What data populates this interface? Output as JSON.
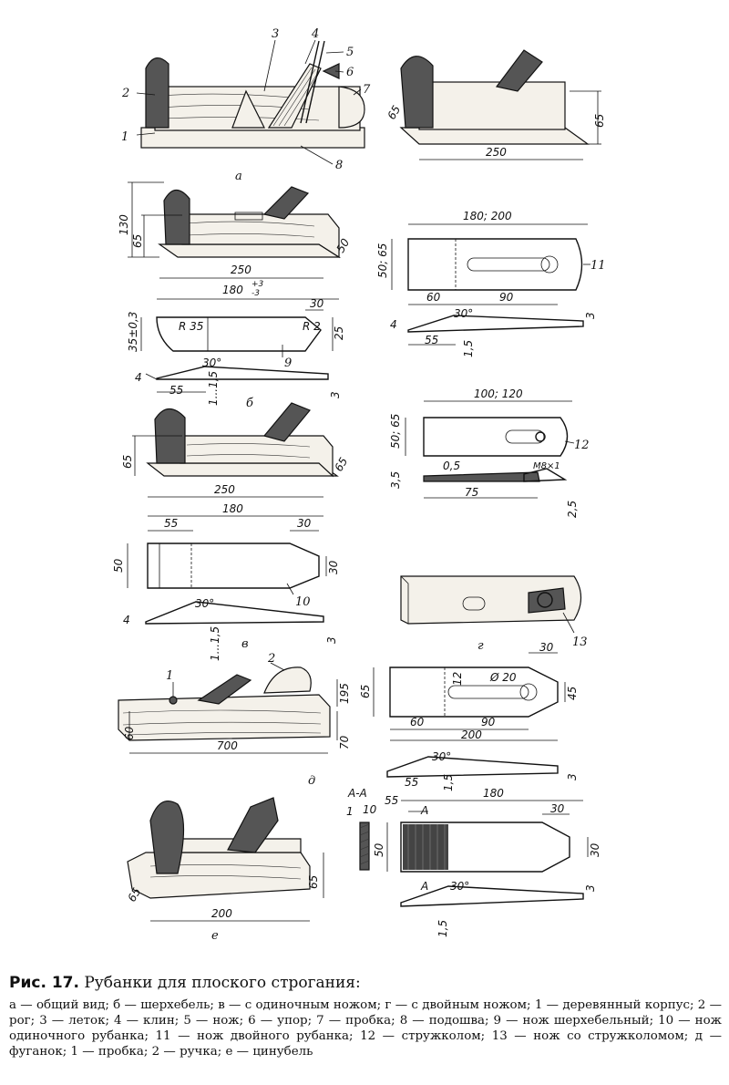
{
  "figure": {
    "labels": {
      "a": "а",
      "b": "б",
      "v": "в",
      "g": "г",
      "d": "д",
      "e": "е"
    },
    "parts": {
      "p1": "1",
      "p2": "2",
      "p3": "3",
      "p4": "4",
      "p5": "5",
      "p6": "6",
      "p7": "7",
      "p8": "8",
      "p9": "9",
      "p10": "10",
      "p11": "11",
      "p12": "12",
      "p13": "13"
    },
    "dims": {
      "a_len": "250",
      "a_h": "65",
      "a_w": "65",
      "b_total": "130",
      "b_h": "65",
      "b_len": "250",
      "b_w": "50",
      "k9_len": "180",
      "k9_tol": "+3",
      "k9_tol2": "-3",
      "k9_w": "35±0,3",
      "k9_r35": "R 35",
      "k9_r2": "R 2",
      "k9_30": "30",
      "k9_25": "25",
      "k9_angle": "30°",
      "k9_4": "4",
      "k9_55": "55",
      "k9_115": "1...1,5",
      "k9_3": "3",
      "k11_len": "180; 200",
      "k11_w": "50; 65",
      "k11_60": "60",
      "k11_90": "90",
      "k11_angle": "30°",
      "k11_4": "4",
      "k11_3": "3",
      "k11_55": "55",
      "k11_15": "1,5",
      "v_h": "65",
      "v_len": "250",
      "v_w": "65",
      "k12_len": "100; 120",
      "k12_w": "50; 65",
      "k12_05": "0,5",
      "k12_m": "M8×1",
      "k12_35": "3,5",
      "k12_75": "75",
      "k12_25": "2,5",
      "k10_len": "180",
      "k10_55": "55",
      "k10_30": "30",
      "k10_w": "50",
      "k10_30b": "30",
      "k10_angle": "30°",
      "k10_4": "4",
      "k10_115": "1...1,5",
      "k10_3": "3",
      "d_195": "195",
      "d_60": "60",
      "d_len": "700",
      "d_70": "70",
      "kd_65": "65",
      "kd_12": "12",
      "kd_d20": "Ø 20",
      "kd_30": "30",
      "kd_45": "45",
      "kd_60": "60",
      "kd_90": "90",
      "kd_200": "200",
      "kd_angle": "30°",
      "kd_55": "55",
      "kd_15": "1,5",
      "kd_3": "3",
      "e_h": "65",
      "e_w": "65",
      "e_len": "200",
      "ke_sec": "А-А",
      "ke_1": "1",
      "ke_10": "10",
      "ke_55": "55",
      "ke_A": "А",
      "ke_180": "180",
      "ke_50": "50",
      "ke_30": "30",
      "ke_30b": "30",
      "ke_angle": "30°",
      "ke_A2": "А",
      "ke_3": "3",
      "ke_15": "1,5"
    }
  },
  "caption": {
    "title_prefix": "Рис. 17.",
    "title": "Рубанки для плоского строгания:",
    "body": "а — общий вид; б — шерхебель; в — с одиночным ножом; г — с двойным ножом; 1 — деревянный корпус; 2 — рог; 3 — леток; 4 — клин; 5 — нож; 6 — упор; 7 — пробка; 8 — подошва; 9 — нож шерхебельный; 10 — нож одиночного рубанка; 11 — нож двойного рубанка; 12 — стружколом; 13 — нож со стружколомом; д — фуганок; 1 — пробка; 2 — ручка; е — цинубель"
  }
}
